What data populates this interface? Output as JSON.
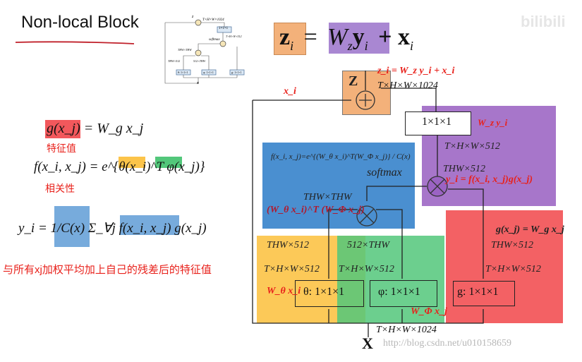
{
  "title": "Non-local Block",
  "top_formula": {
    "lhs": "z",
    "lhs_sub": "i",
    "eq": "=",
    "w": "W",
    "w_sub": "z",
    "y": "y",
    "y_sub": "i",
    "plus": "+ x",
    "x_sub": "i"
  },
  "left": {
    "g_formula": "g(x_j) = W_g x_j",
    "g_label": "特征值",
    "f_formula": "f(x_i, x_j) = e^{θ(x_i)^T φ(x_j)}",
    "f_label": "相关性",
    "y_formula": "y_i = 1/C(x) Σ_∀j f(x_i, x_j) g(x_j)",
    "y_desc": "与所有xj加权平均加上自己的残差后的特征值"
  },
  "diagram": {
    "z_label": "Z",
    "z_eq": "z_i = W_z y_i + x_i",
    "x_i_label": "x_i",
    "dim_top": "T×H×W×1024",
    "conv_wz": "1×1×1",
    "wz_yi": "W_z y_i",
    "dim_purple_1": "T×H×W×512",
    "dim_purple_2": "THW×512",
    "yi_eq": "y_i = f(x_i, x_j)g(x_j)",
    "f_eq": "f(x_i, x_j)=e^{(W_θ x_i)^T(W_Φ x_j)} / C(x)",
    "softmax": "softmax",
    "thw_thw": "THW×THW",
    "wtheta_wphi": "(W_θ x_i)^T (W_Φ x_j)",
    "g_eq": "g(x_j) = W_g x_j",
    "yellow_dim1": "THW×512",
    "yellow_dim2": "T×H×W×512",
    "green_dim1": "512×THW",
    "green_dim2": "T×H×W×512",
    "red_dim1": "THW×512",
    "red_dim2": "T×H×W×512",
    "theta_conv": "θ: 1×1×1",
    "phi_conv": "φ: 1×1×1",
    "g_conv": "g: 1×1×1",
    "wtheta_xi": "W_θ x_i",
    "wphi_xj": "W_Φ x_j",
    "input_dim": "T×H×W×1024",
    "input_label": "X",
    "watermark": "http://blog.csdn.net/u010158659",
    "logo": "bilibili"
  },
  "thumbnail": {
    "z": "z",
    "dim_top": "T×H×W×1024",
    "conv": "1×1×1",
    "dim_512": "T×H×W×512",
    "softmax": "softmax",
    "thw_thw": "THW×THW",
    "thw_512": "THW×512",
    "c512_thw": "512×THW",
    "theta": "θ: 1×1×1",
    "phi": "φ: 1×1×1",
    "g": "g: 1×1×1",
    "x": "x"
  },
  "colors": {
    "orange": "#f3b17a",
    "purple": "#9b63c3",
    "lavender": "#a98fd6",
    "blue": "#4a8fd0",
    "yellow": "#fcc44a",
    "green": "#52c77a",
    "red": "#f2585c",
    "red_text": "#e8211b"
  }
}
